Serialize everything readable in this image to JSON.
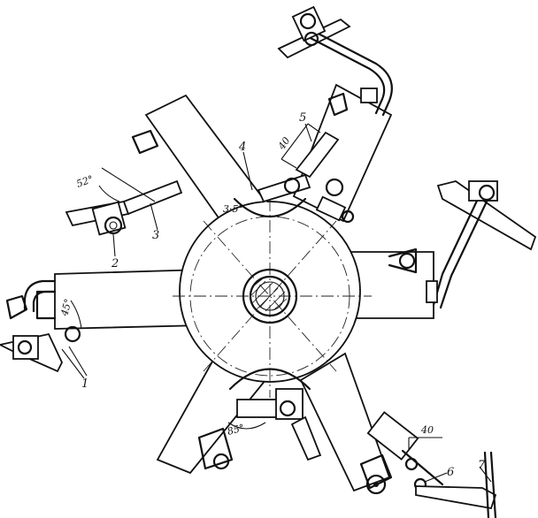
{
  "callouts": [
    "1",
    "2",
    "3",
    "4",
    "5",
    "6",
    "7"
  ],
  "angles": {
    "upper_left": "52°",
    "center": "3·5°",
    "left": "45°",
    "bottom": "85°"
  },
  "dimensions": {
    "upper_right": "40",
    "lower_right": "40"
  },
  "colors": {
    "ink": "#111111",
    "paper": "#ffffff"
  }
}
